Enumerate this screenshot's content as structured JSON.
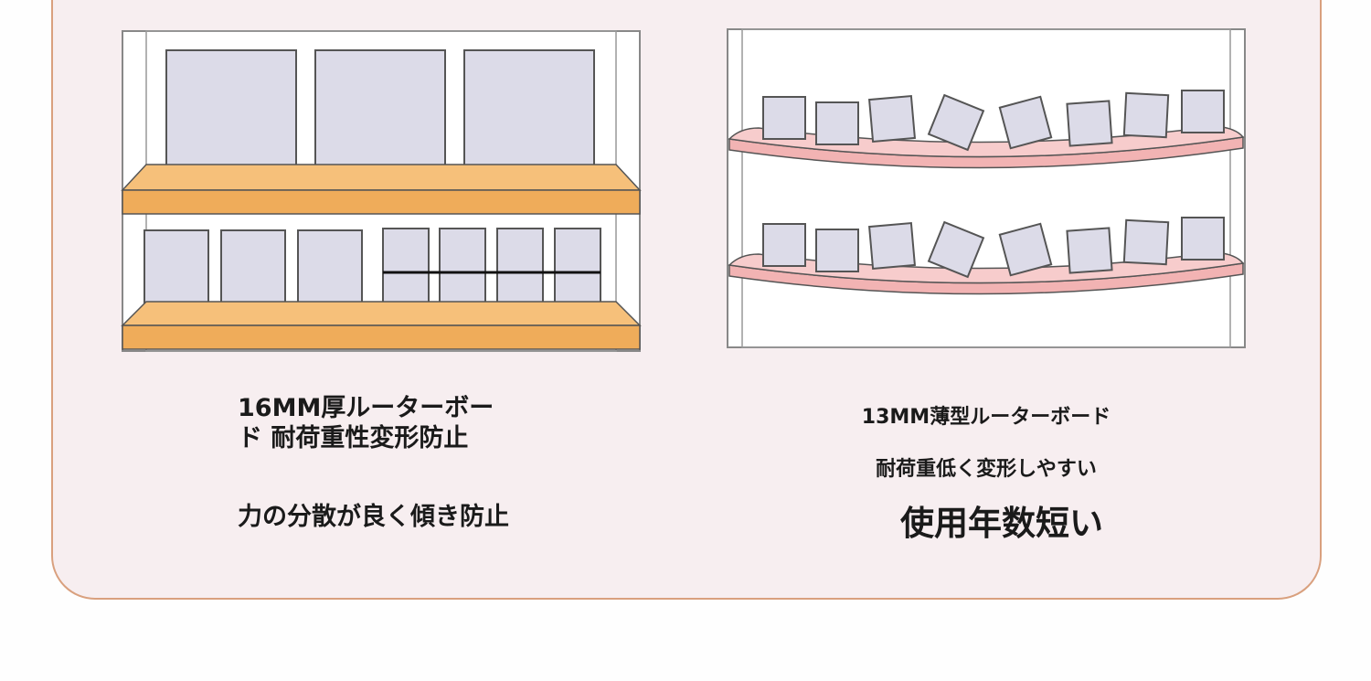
{
  "left": {
    "line1": "16MM厚ルーターボード 耐荷重性変形防止",
    "line2": "力の分散が良く傾き防止"
  },
  "right": {
    "line1": "13MM薄型ルーターボード",
    "line2": "耐荷重低く変形しやすい",
    "line3": "使用年数短い"
  },
  "colors": {
    "card_bg": "#f7eef0",
    "card_border": "#d9a07e",
    "thick_shelf": "#efac5a",
    "thin_shelf": "#f2b3b3",
    "box_fill": "#dcdbe8"
  }
}
